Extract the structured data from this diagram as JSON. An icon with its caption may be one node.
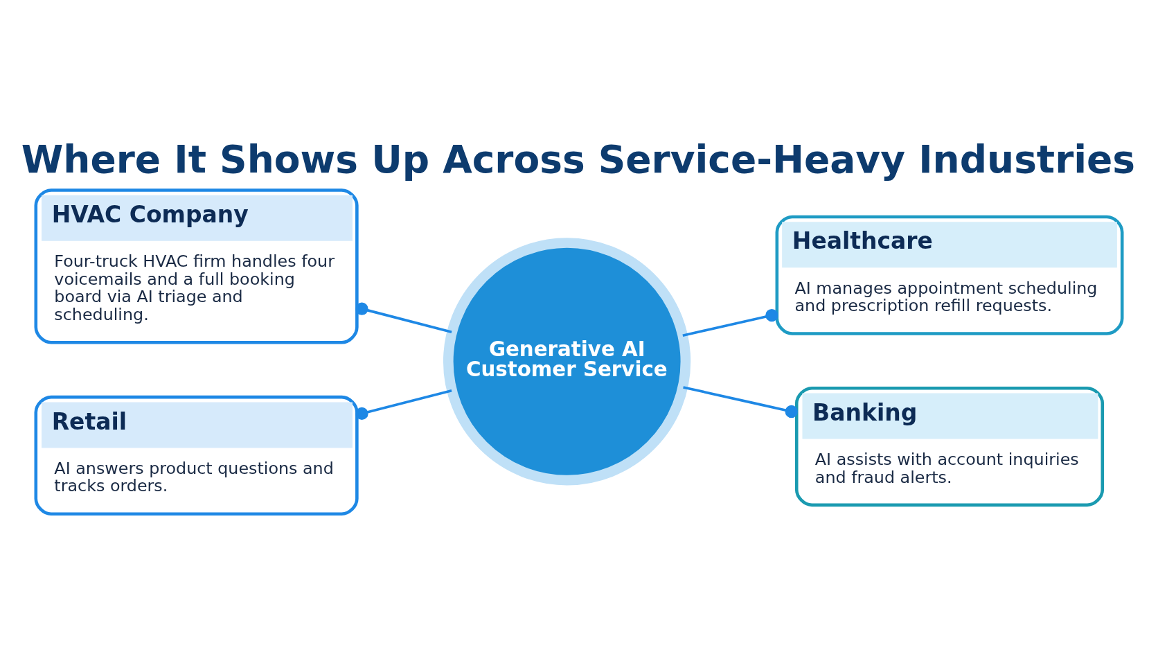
{
  "diagram": {
    "title": "Where It Shows Up Across Service-Heavy Industries",
    "nodes": [
      {
        "text": [
          "Generative AI Customer Service"
        ]
      },
      {
        "text": [
          "HVAC Company",
          "Four-truck HVAC firm handles four voicemails and a full booking board via AI triage and scheduling."
        ]
      },
      {
        "text": [
          "Healthcare",
          "AI manages appointment scheduling and prescription refill requests."
        ]
      },
      {
        "text": [
          "Retail",
          "AI answers product questions and tracks orders."
        ]
      },
      {
        "text": [
          "Banking",
          "AI assists with account inquiries and fraud alerts."
        ]
      }
    ],
    "edges": [
      {
        "from": 0,
        "to": 1,
        "arrow": "other"
      },
      {
        "from": 0,
        "to": 2,
        "arrow": "other"
      },
      {
        "from": 0,
        "to": 3,
        "arrow": "other"
      },
      {
        "from": 0,
        "to": 4,
        "arrow": "other"
      }
    ]
  }
}
